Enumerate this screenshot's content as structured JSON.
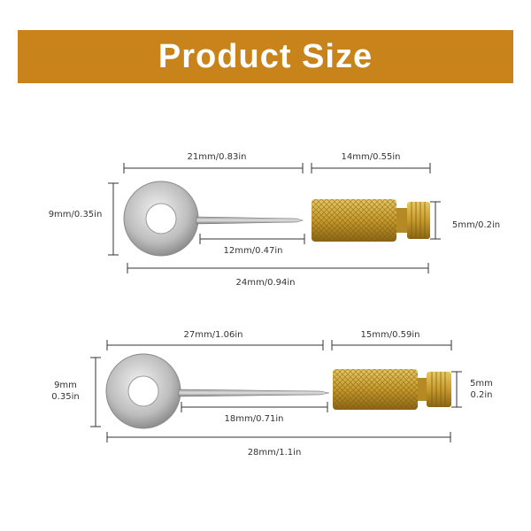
{
  "banner": {
    "title": "Product Size",
    "color": "#c8841a"
  },
  "colors": {
    "metal": "#c9c9c9",
    "brass": "#c9a43a",
    "line": "#333333"
  },
  "top_item": {
    "icons": [
      "washer-icon",
      "pin-icon",
      "knurled-cap-icon"
    ],
    "dims": {
      "washer_to_pin": "21mm/0.83in",
      "cap_length": "14mm/0.55in",
      "washer_height": "9mm/0.35in",
      "pin_length": "12mm/0.47in",
      "cap_height": "5mm/0.2in",
      "total_length": "24mm/0.94in"
    }
  },
  "bottom_item": {
    "icons": [
      "washer-icon",
      "pin-icon",
      "knurled-cap-icon"
    ],
    "dims": {
      "washer_to_pin": "27mm/1.06in",
      "cap_length": "15mm/0.59in",
      "washer_height_mm": "9mm",
      "washer_height_in": "0.35in",
      "pin_length": "18mm/0.71in",
      "cap_height_mm": "5mm",
      "cap_height_in": "0.2in",
      "total_length": "28mm/1.1in"
    }
  }
}
